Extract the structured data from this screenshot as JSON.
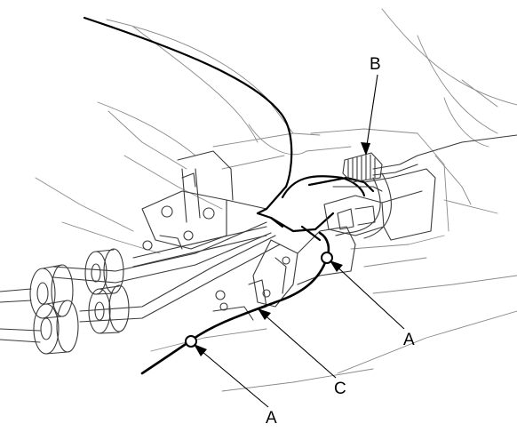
{
  "labels": {
    "a_right": "A",
    "a_bottom": "A",
    "b": "B",
    "c": "C"
  }
}
